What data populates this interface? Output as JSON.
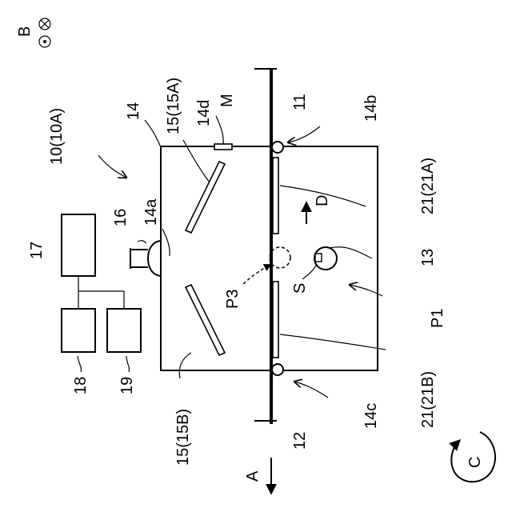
{
  "labels": {
    "B": "B",
    "device": "10(10A)",
    "housing": "14",
    "mirror_a": "15(15A)",
    "hole_d": "14d",
    "sheet": "M",
    "roller_top": "11",
    "opening_b": "14b",
    "reflector_a": "21(21A)",
    "direction_d": "D",
    "box_17": "17",
    "sensor_16": "16",
    "window_14a": "14a",
    "source_13": "13",
    "s_label": "S",
    "p3_label": "P3",
    "p1_label": "P1",
    "reflector_b": "21(21B)",
    "box_18": "18",
    "box_19": "19",
    "opening_c": "14c",
    "roller_bottom": "12",
    "mirror_b": "15(15B)",
    "direction_a": "A",
    "c_label": "C"
  }
}
